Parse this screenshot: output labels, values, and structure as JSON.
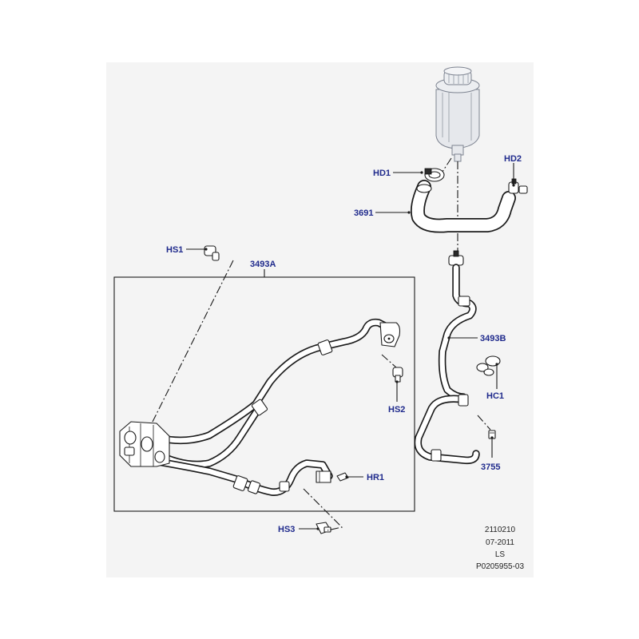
{
  "diagram": {
    "callouts": {
      "hd1": "HD1",
      "hd2": "HD2",
      "p3691": "3691",
      "hs1": "HS1",
      "p3493a": "3493A",
      "p3493b": "3493B",
      "hc1": "HC1",
      "hs2": "HS2",
      "hr1": "HR1",
      "p3755": "3755",
      "hs3": "HS3"
    },
    "reference_block": {
      "line1": "2110210",
      "line2": "07-2011",
      "line3": "LS",
      "line4": "P0205955-03"
    }
  }
}
